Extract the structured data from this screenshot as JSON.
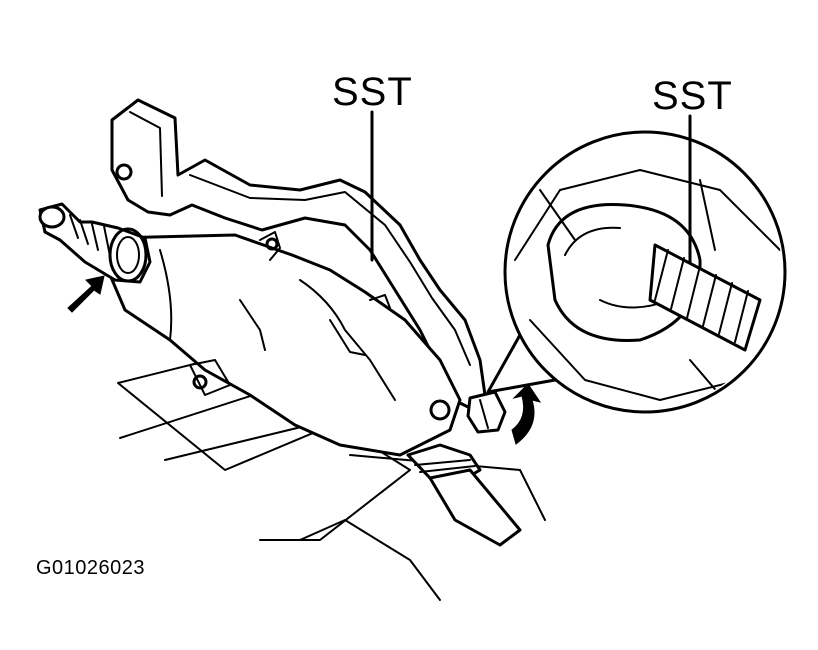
{
  "labels": {
    "sst_main": "SST",
    "sst_detail": "SST"
  },
  "figure_id": "G01026023"
}
